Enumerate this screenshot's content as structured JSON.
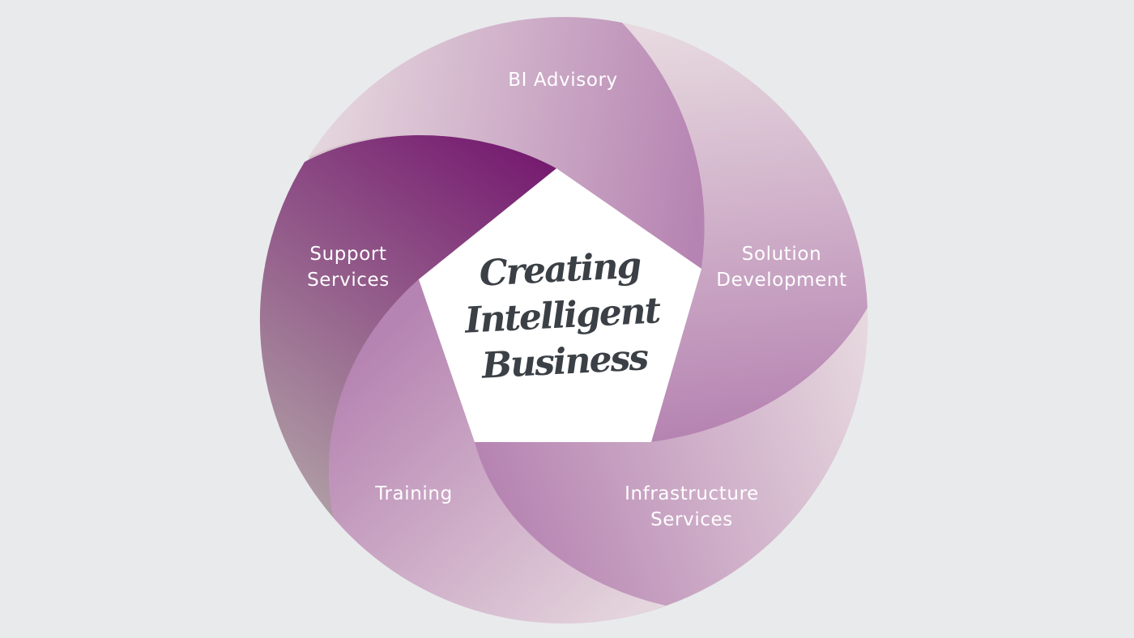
{
  "diagram": {
    "center": {
      "lines": [
        "Creating",
        "Intelligent",
        "Business"
      ]
    },
    "segments": [
      {
        "lines": [
          "BI Advisory"
        ]
      },
      {
        "lines": [
          "Solution",
          "Development"
        ]
      },
      {
        "lines": [
          "Infrastructure",
          "Services"
        ]
      },
      {
        "lines": [
          "Training"
        ]
      },
      {
        "lines": [
          "Support",
          "Services"
        ]
      }
    ],
    "colors": {
      "background": "#e9eaec",
      "segment_light": "#e7d9df",
      "segment_mid": "#c7a3c4",
      "segment_dark": "#b684b2",
      "highlight_dark": "#75196f",
      "highlight_light": "#b1a0a6",
      "center_fill": "#ffffff",
      "center_text": "#3a4045",
      "label_text": "#ffffff"
    }
  }
}
